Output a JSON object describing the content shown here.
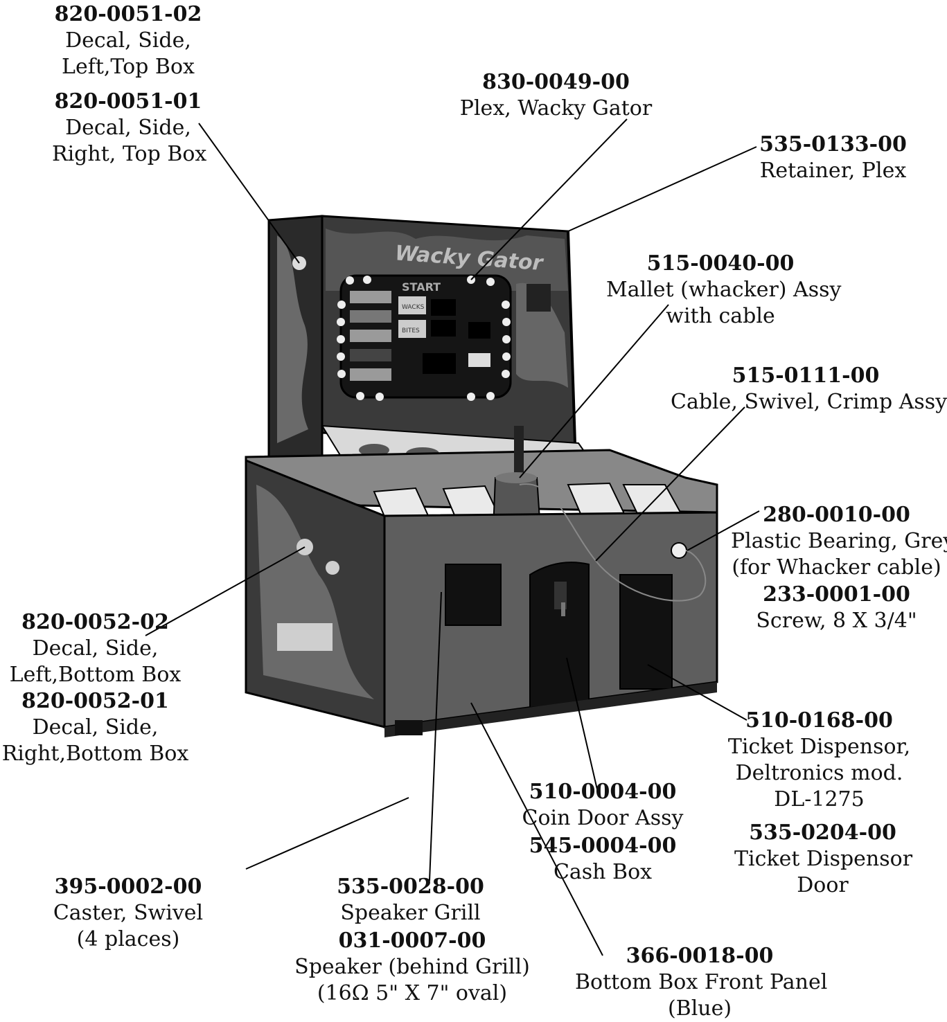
{
  "callouts": [
    {
      "id": "c1",
      "part": "820-0051-02",
      "desc": [
        "Decal, Side,",
        "Left,Top Box"
      ]
    },
    {
      "id": "c2",
      "part": "820-0051-01",
      "desc": [
        "Decal, Side,",
        "Right, Top Box"
      ]
    },
    {
      "id": "c3",
      "part": "830-0049-00",
      "desc": [
        "Plex, Wacky Gator"
      ]
    },
    {
      "id": "c4",
      "part": "535-0133-00",
      "desc": [
        "Retainer, Plex"
      ]
    },
    {
      "id": "c5",
      "part": "515-0040-00",
      "desc": [
        "Mallet (whacker) Assy",
        "with cable"
      ]
    },
    {
      "id": "c6",
      "part": "515-0111-00",
      "desc": [
        "Cable, Swivel, Crimp Assy"
      ]
    },
    {
      "id": "c7",
      "part": "280-0010-00",
      "desc": [
        "Plastic Bearing, Grey",
        "(for Whacker cable)"
      ]
    },
    {
      "id": "c8",
      "part": "233-0001-00",
      "desc": [
        "Screw, 8 X 3/4\""
      ]
    },
    {
      "id": "c9",
      "part": "820-0052-02",
      "desc": [
        "Decal, Side,",
        "Left,Bottom Box"
      ]
    },
    {
      "id": "c10",
      "part": "820-0052-01",
      "desc": [
        "Decal, Side,",
        "Right,Bottom Box"
      ]
    },
    {
      "id": "c11",
      "part": "510-0168-00",
      "desc": [
        "Ticket Dispensor,",
        "Deltronics mod.",
        "DL-1275"
      ]
    },
    {
      "id": "c12",
      "part": "535-0204-00",
      "desc": [
        "Ticket Dispensor",
        "Door"
      ]
    },
    {
      "id": "c13",
      "part": "510-0004-00",
      "desc": [
        "Coin Door Assy"
      ]
    },
    {
      "id": "c14",
      "part": "545-0004-00",
      "desc": [
        "Cash Box"
      ]
    },
    {
      "id": "c15",
      "part": "395-0002-00",
      "desc": [
        "Caster, Swivel",
        "(4 places)"
      ]
    },
    {
      "id": "c16",
      "part": "535-0028-00",
      "desc": [
        "Speaker Grill"
      ]
    },
    {
      "id": "c17",
      "part": "031-0007-00",
      "desc": [
        "Speaker (behind Grill)",
        "(16Ω 5\" X 7\" oval)"
      ]
    },
    {
      "id": "c18",
      "part": "366-0018-00",
      "desc": [
        "Bottom Box Front Panel",
        "(Blue)"
      ]
    }
  ],
  "machine": {
    "marquee": "Wacky Gator",
    "start_label": "START",
    "display_rows": [
      "WACKS",
      "BITES"
    ]
  }
}
